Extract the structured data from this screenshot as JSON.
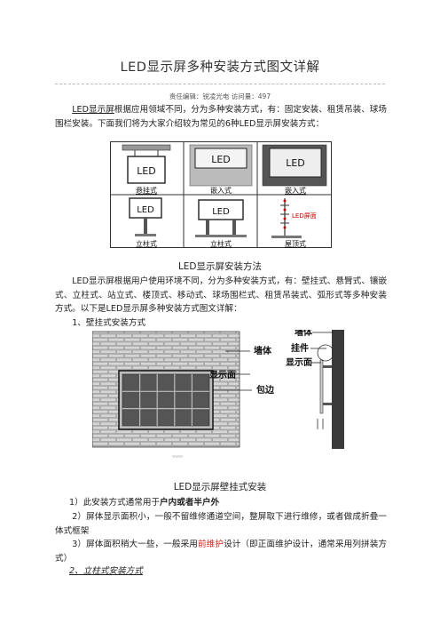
{
  "title": "LED显示屏多种安装方式图文详解",
  "meta": "责任编辑：锐凌光电 访问量：497",
  "intro": {
    "link_text": "LED显示屏",
    "text": "根据应用领域不同，分为多种安装方式，有：固定安装、租赁吊装、球场围栏安装。下面我们将为大家介绍较为常见的6种LED显示屏安装方式："
  },
  "figure1": {
    "led_label": "LED",
    "screen_face_label": "LED屏面",
    "captions": [
      "悬挂式",
      "嵌入式",
      "嵌入式",
      "立柱式",
      "立柱式",
      "屋顶式"
    ]
  },
  "section1_heading": "LED显示屏安装方法",
  "para2": "LED显示屏根据用户使用环境不同，分为多种安装方式，有：壁挂式、悬臂式、镶嵌式、立柱式、站立式、楼顶式、移动式、球场围栏式、租赁吊装式、弧形式等多种安装方式。以下是LED显示屏多种安装方式图文详解：",
  "item1": "1、壁挂式安装方式",
  "figure2": {
    "labels": {
      "wall_left": "墙体",
      "screen_face_left": "显示面",
      "edge": "包边",
      "wall_right": "墙体",
      "hanger": "挂件",
      "screen_face_right": "显示面"
    },
    "watermark": "www"
  },
  "section2_heading": "LED显示屏壁挂式安装",
  "points": {
    "p1_pre": "1）此安装方式通常用于",
    "p1_bold": "户内或者半户外",
    "p2": "2）屏体显示面积小，一般不留维修通道空间，整屏取下进行维修，或者做成折叠一体式框架",
    "p3_pre": "3）屏体面积稍大一些，一般采用",
    "p3_red": "前维护",
    "p3_post": "设计（即正面维护设计，通常采用列拼装方式）"
  },
  "item2": "2、立柱式安装方式"
}
